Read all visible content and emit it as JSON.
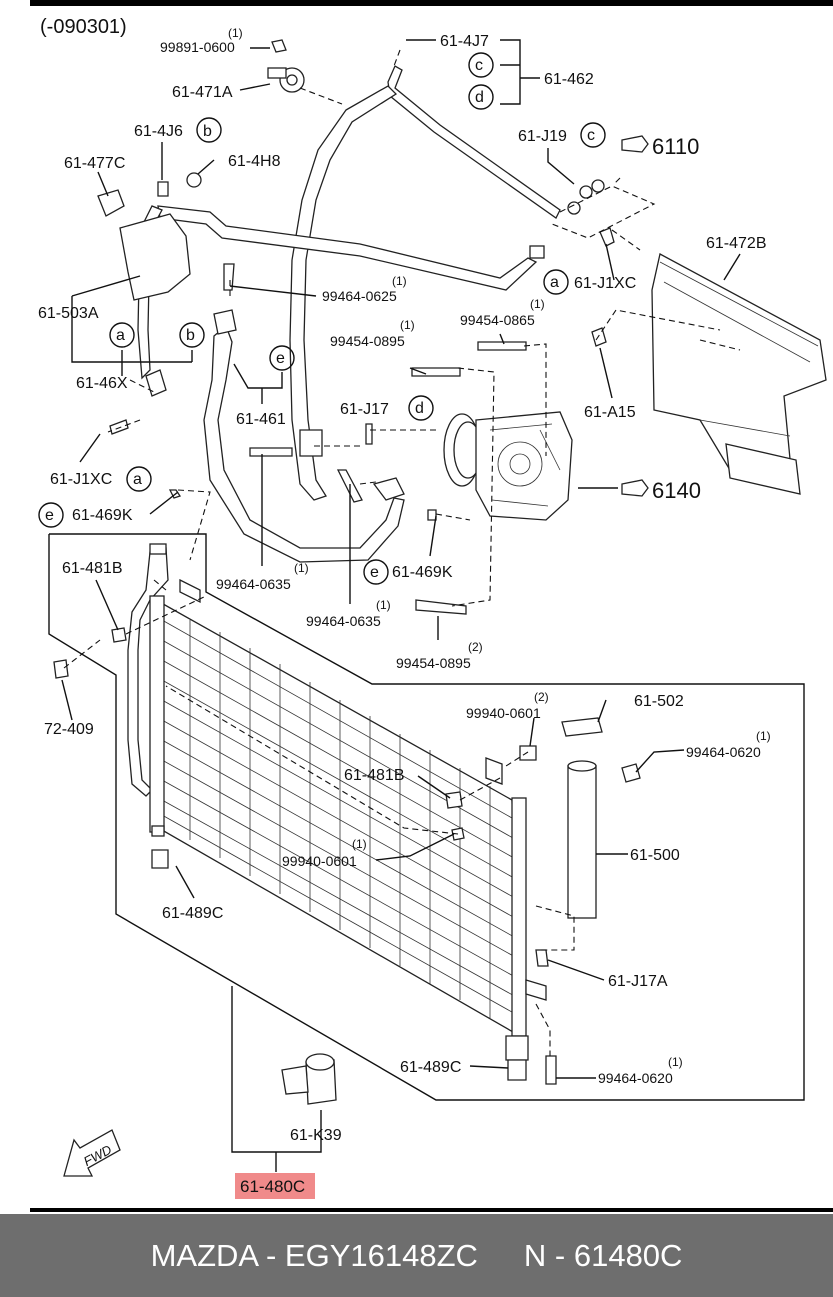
{
  "header": {
    "code_range": "(-090301)"
  },
  "callouts": {
    "qty_1": "(1)",
    "qty_2": "(2)",
    "p_99891_0600": "99891-0600",
    "p_61_471A": "61-471A",
    "p_61_4J7": "61-4J7",
    "p_61_462": "61-462",
    "p_61_4J6": "61-4J6",
    "p_61_4H8": "61-4H8",
    "p_61_477C": "61-477C",
    "p_61_J19": "61-J19",
    "p_6110": "6110",
    "p_61_472B": "61-472B",
    "p_99464_0625": "99464-0625",
    "p_61_J1XC": "61-J1XC",
    "p_61_503A": "61-503A",
    "p_99454_0865": "99454-0865",
    "p_99454_0895": "99454-0895",
    "p_61_461": "61-461",
    "p_61_J17": "61-J17",
    "p_61_A15": "61-A15",
    "p_61_46X": "61-46X",
    "p_61_469K": "61-469K",
    "p_6140": "6140",
    "p_99464_0635": "99464-0635",
    "p_61_481B": "61-481B",
    "p_72_409": "72-409",
    "p_99940_0601": "99940-0601",
    "p_61_502": "61-502",
    "p_99464_0620": "99464-0620",
    "p_61_500": "61-500",
    "p_61_489C": "61-489C",
    "p_61_J17A": "61-J17A",
    "p_61_K39": "61-K39",
    "p_61_480C": "61-480C",
    "fwd": "FWD"
  },
  "circle_letters": {
    "a": "a",
    "b": "b",
    "c": "c",
    "d": "d",
    "e": "e"
  },
  "highlight_color": "#f08a8a",
  "footer": {
    "brand_part": "MAZDA - EGY16148ZC",
    "ref": "N - 61480C"
  }
}
